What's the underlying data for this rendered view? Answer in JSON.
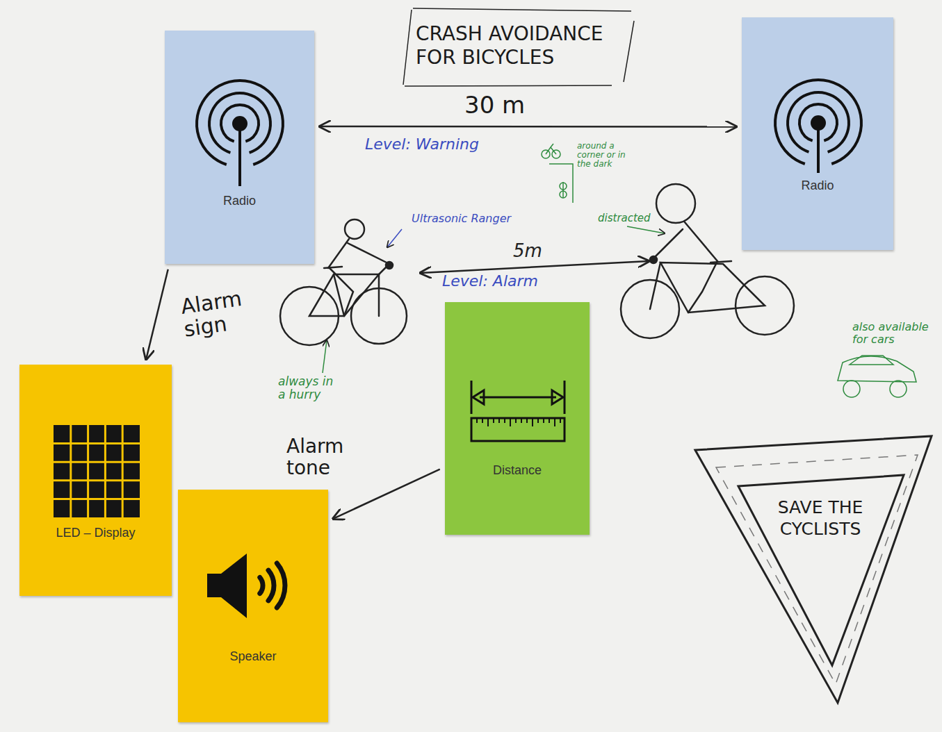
{
  "diagram": {
    "title": "CRASH AVOIDANCE FOR BICYCLES",
    "nodes": [
      {
        "text": [
          "Radio"
        ]
      },
      {
        "text": [
          "Radio"
        ]
      },
      {
        "text": [
          "Distance"
        ]
      },
      {
        "text": [
          "LED – Display"
        ]
      },
      {
        "text": [
          "Speaker"
        ]
      },
      {
        "text": [
          "SAVE THE CYCLISTS"
        ]
      }
    ],
    "edges": [
      {
        "from": 0,
        "to": 1,
        "label": "30 m",
        "arrow": "both"
      },
      {
        "from": 0,
        "to": 3,
        "label": "Alarm sign",
        "arrow": "to"
      },
      {
        "from": 2,
        "to": 4,
        "label": "Alarm tone",
        "arrow": "to"
      }
    ],
    "labels": [
      "Level: Warning",
      "around a corner or in the dark",
      "Ultrasonic Ranger",
      "distracted",
      "5m",
      "Level: Alarm",
      "always in a hurry",
      "also available for cars"
    ]
  }
}
